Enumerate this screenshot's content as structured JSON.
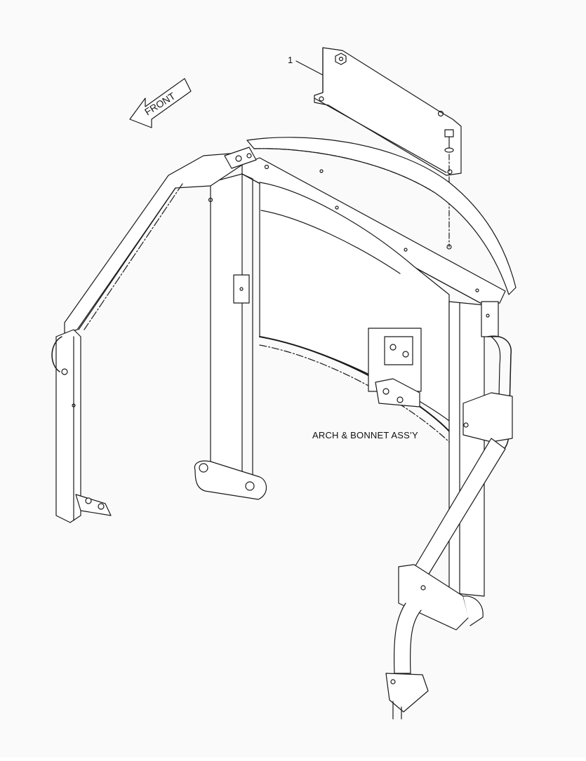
{
  "diagram": {
    "callout_number": "1",
    "assembly_caption": "ARCH & BONNET ASS’Y",
    "front_arrow_label": "FRONT"
  },
  "colors": {
    "line": "#1a1a1a",
    "background": "#fafafa"
  }
}
